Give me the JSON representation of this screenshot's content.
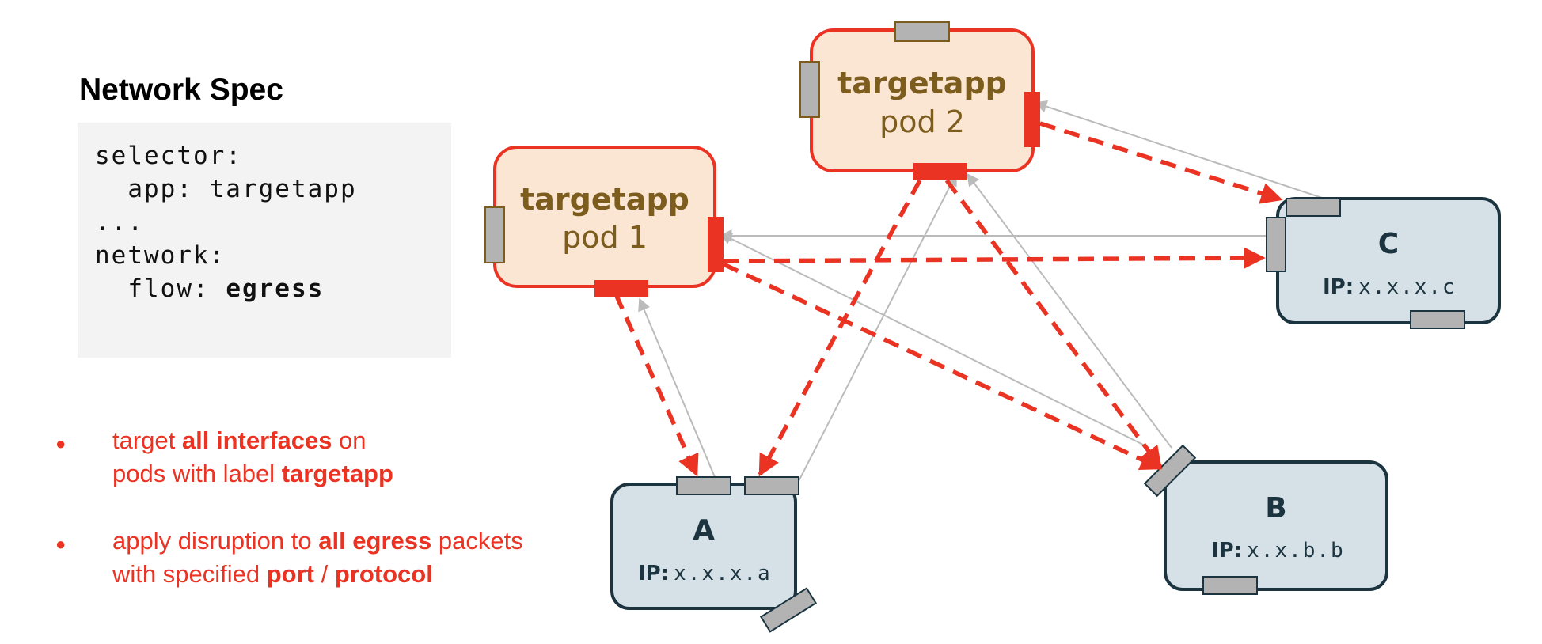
{
  "spec": {
    "title": "Network Spec",
    "code": {
      "line1": "selector:",
      "line2": "  app: targetapp",
      "line3": "...",
      "line4": "network:",
      "line5_prefix": "  flow: ",
      "line5_bold": "egress"
    }
  },
  "bullets": [
    {
      "dot": "●",
      "line1_pre": "target ",
      "line1_bold": "all interfaces",
      "line1_post": " on",
      "line2_pre": "pods with label ",
      "line2_bold": "targetapp"
    },
    {
      "dot": "●",
      "line1_pre": "apply disruption to ",
      "line1_bold": "all egress",
      "line1_post": " packets",
      "line2_pre": "with specified ",
      "line2_bold": "port",
      "line2_mid": " / ",
      "line2_bold2": "protocol"
    }
  ],
  "pods": [
    {
      "title": "targetapp",
      "subtitle": "pod 1"
    },
    {
      "title": "targetapp",
      "subtitle": "pod 2"
    }
  ],
  "nodes": [
    {
      "name": "A",
      "ip_label": "IP:",
      "ip": "x.x.x.a"
    },
    {
      "name": "B",
      "ip_label": "IP:",
      "ip": "x.x.b.b"
    },
    {
      "name": "C",
      "ip_label": "IP:",
      "ip": "x.x.x.c"
    }
  ],
  "colors": {
    "accent": "#ea3323",
    "pod_fill": "#fae6d3",
    "pod_text": "#7d5d1e",
    "node_fill": "#d5e1e6",
    "node_stroke": "#1c3440",
    "interface": "#b3b3b3",
    "return_line": "#bbbbbb"
  }
}
